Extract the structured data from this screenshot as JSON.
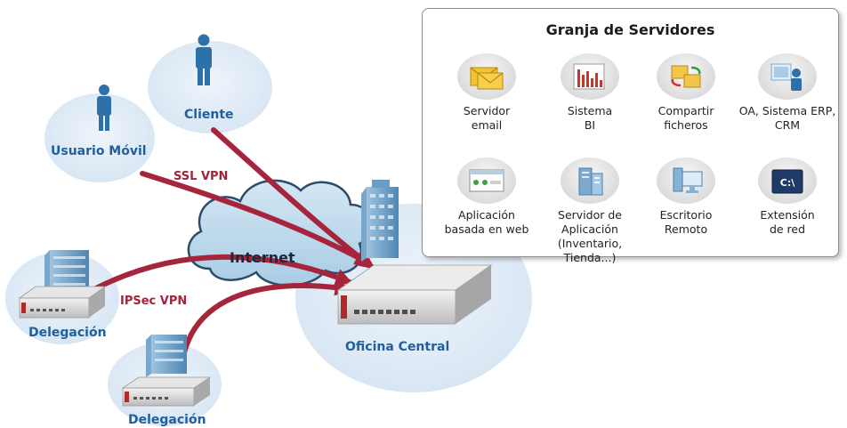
{
  "labels": {
    "usuario_movil": "Usuario Móvil",
    "cliente": "Cliente",
    "ssl_vpn": "SSL VPN",
    "internet": "Internet",
    "ipsec_vpn": "IPSec VPN",
    "delegacion_1": "Delegación",
    "delegacion_2": "Delegación",
    "oficina_central": "Oficina Central"
  },
  "farm": {
    "title": "Granja de Servidores",
    "apps": [
      {
        "line1": "Servidor",
        "line2": "email",
        "icon": "email-icon"
      },
      {
        "line1": "Sistema",
        "line2": "BI",
        "icon": "bi-chart-icon"
      },
      {
        "line1": "Compartir",
        "line2": "ficheros",
        "icon": "file-share-icon"
      },
      {
        "line1": "OA, Sistema ERP,",
        "line2": "CRM",
        "icon": "erp-icon"
      },
      {
        "line1": "Aplicación",
        "line2": "basada en web",
        "icon": "web-app-icon"
      },
      {
        "line1": "Servidor de Aplicación",
        "line2": "(Inventario, Tienda...)",
        "icon": "app-server-icon"
      },
      {
        "line1": "Escritorio",
        "line2": "Remoto",
        "icon": "remote-desktop-icon"
      },
      {
        "line1": "Extensión",
        "line2": "de red",
        "icon": "network-extension-icon",
        "glyph": "C:\\"
      }
    ]
  },
  "colors": {
    "tunnel": "#a5253c",
    "halo": "#dce9f5",
    "cloud": "#b9d6ea",
    "label_blue": "#1f5f9e",
    "label_red": "#a0243a"
  }
}
